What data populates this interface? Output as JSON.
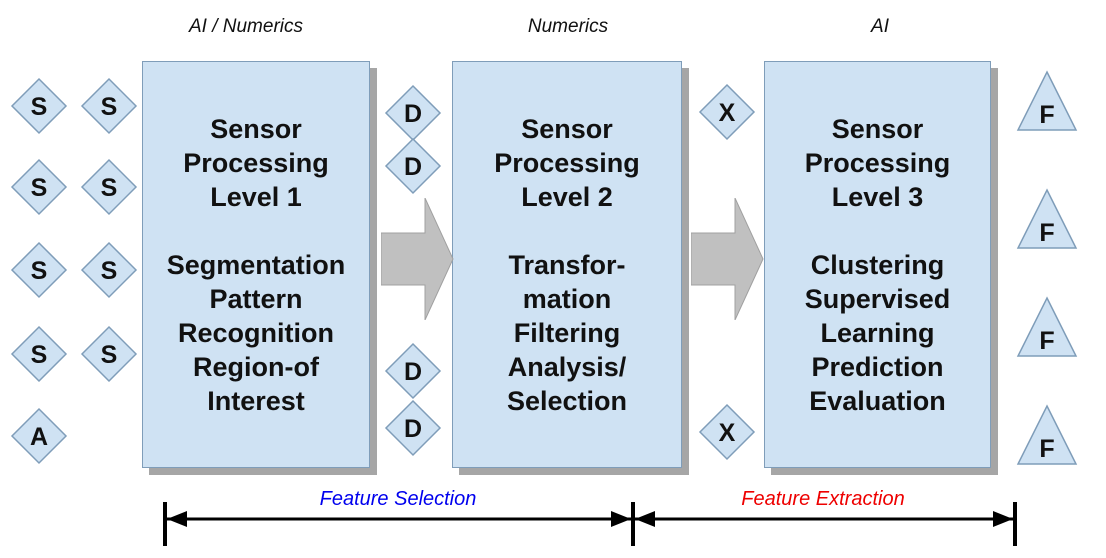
{
  "captions": [
    "AI / Numerics",
    "Numerics",
    "AI"
  ],
  "boxes": [
    {
      "title": [
        "Sensor",
        "Processing",
        "Level 1"
      ],
      "body": [
        "Segmentation",
        "Pattern",
        "Recognition",
        "Region-of",
        "Interest"
      ]
    },
    {
      "title": [
        "Sensor",
        "Processing",
        "Level 2"
      ],
      "body": [
        "Transfor-",
        "mation",
        "Filtering",
        "Analysis/",
        "Selection"
      ]
    },
    {
      "title": [
        "Sensor",
        "Processing",
        "Level 3"
      ],
      "body": [
        "Clustering",
        "Supervised",
        "Learning",
        "Prediction",
        "Evaluation"
      ]
    }
  ],
  "symbols": {
    "sensor": "S",
    "analog": "A",
    "data": "D",
    "extracted": "X",
    "feature": "F"
  },
  "scale": {
    "feature_selection": "Feature Selection",
    "feature_extraction": "Feature Extraction"
  },
  "colors": {
    "box_fill": "#cfe2f3",
    "symbol_fill": "#cfe2f3",
    "feature_selection": "#0000ee",
    "feature_extraction": "#ee0000"
  }
}
